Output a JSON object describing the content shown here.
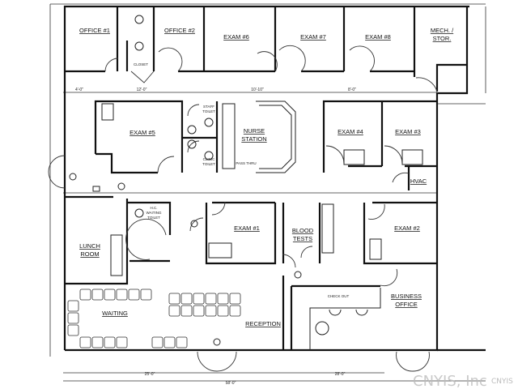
{
  "rooms": {
    "office1": "OFFICE #1",
    "office2": "OFFICE #2",
    "exam6": "EXAM #6",
    "exam7": "EXAM #7",
    "exam8": "EXAM #8",
    "mech1": "MECH. /",
    "mech2": "STOR.",
    "closet": "CLOSET",
    "exam5": "EXAM #5",
    "staff_toilet1": "STAFF",
    "staff_toilet2": "TOILET",
    "clinic_toilet1": "CLINIC",
    "clinic_toilet2": "TOILET",
    "nurse1": "NURSE",
    "nurse2": "STATION",
    "pass_thru": "PASS THRU",
    "exam4": "EXAM #4",
    "exam3": "EXAM #3",
    "hvac": "HVAC",
    "hc1": "H.C.",
    "hc2": "WAITING",
    "hc3": "TOILET",
    "lunch1": "LUNCH",
    "lunch2": "ROOM",
    "exam1": "EXAM #1",
    "blood1": "BLOOD",
    "blood2": "TESTS",
    "exam2": "EXAM #2",
    "waiting": "WAITING",
    "reception": "RECEPTION",
    "check_out": "CHECK OUT",
    "business1": "BUSINESS",
    "business2": "OFFICE"
  },
  "dimensions": {
    "overall_bottom": "58'-0\"",
    "left_bottom": "25'-0\"",
    "right_bottom": "28'-0\"",
    "corridor_a": "12'-0\"",
    "corridor_b": "10'-10\"",
    "corridor_c": "8'-0\"",
    "corridor_d": "4'-0\""
  },
  "watermark": {
    "main": "CNYIS, Inc",
    "small": "CNYIS"
  }
}
